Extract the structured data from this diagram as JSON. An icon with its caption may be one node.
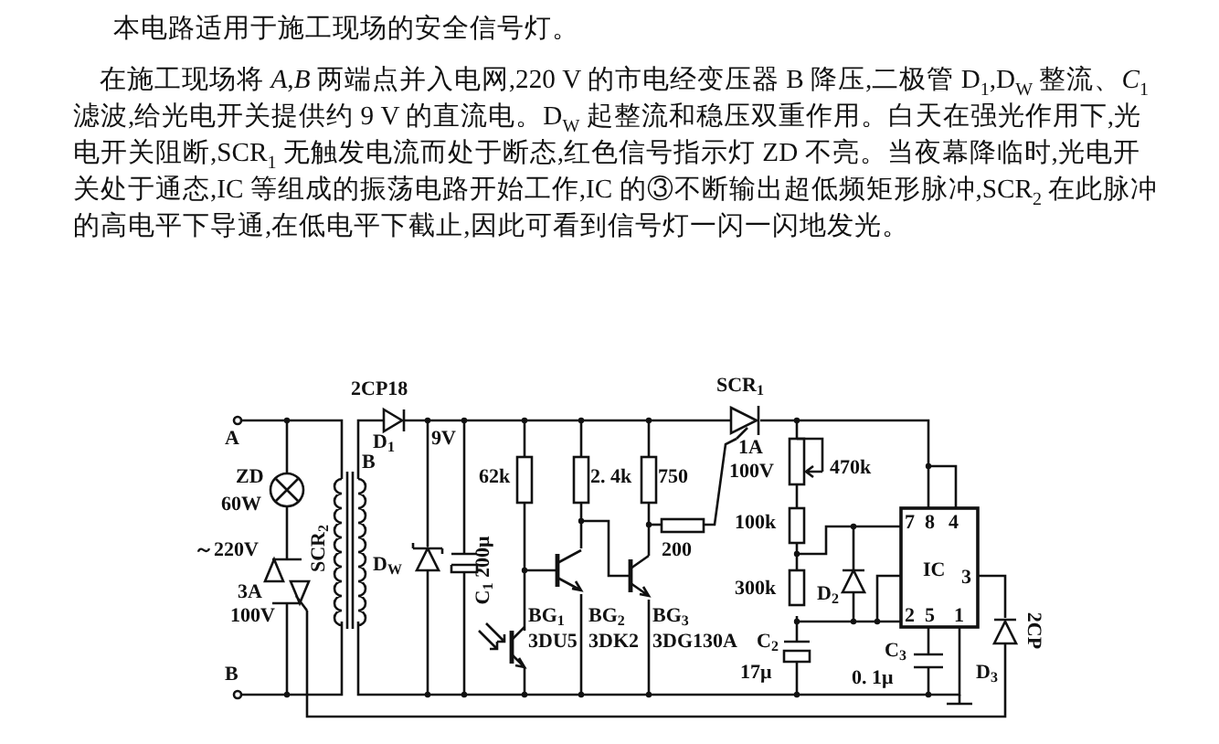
{
  "diagram": {
    "labels": [
      "本电路适用于施工现场的安全信号灯。",
      "在施工现场将 *A*,*B* 两端点并入电网,220 V 的市电经变压器 B 降压,二极管 D$_{1}$,D$_{W}$ 整流、*C*$_{1}$ 滤波,给光电开关提供约 9 V 的直流电。D$_{W}$ 起整流和稳压双重作用。白天在强光作用下,光电开关阻断,SCR$_{1}$ 无触发电流而处于断态,红色信号指示灯 ZD 不亮。当夜幕降临时,光电开关处于通态,IC 等组成的振荡电路开始工作,IC 的③不断输出超低频矩形脉冲,SCR$_{2}$ 在此脉冲的高电平下导通,在低电平下截止,因此可看到信号灯一闪一闪地发光。",
      "2CP18",
      "SCR$_{1}$",
      "A",
      "D$_{1}$",
      "9V",
      "1A",
      "ZD",
      "B",
      "62k",
      "2. 4k",
      "750",
      "100V",
      "470k",
      "60W",
      "100k",
      "7",
      "8",
      "4",
      "～220V",
      "SCR$_{2}$",
      "200",
      "D$_{W}$",
      "C$_{1}$ 200μ",
      "IC",
      "3",
      "3A",
      "300k",
      "D$_{2}$",
      "100V",
      "BG$_{1}$",
      "BG$_{2}$",
      "BG$_{3}$",
      "2",
      "5",
      "1",
      "2CP",
      "3DU5",
      "3DK2",
      "3DG130A",
      "C$_{2}$",
      "C$_{3}$",
      "B",
      "17μ",
      "0. 1μ",
      "D$_{3}$"
    ]
  }
}
